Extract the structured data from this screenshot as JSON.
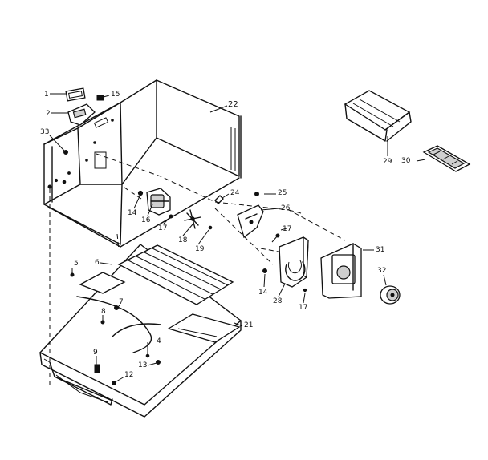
{
  "diagram": {
    "parts": [
      {
        "id": "p1",
        "number": "1"
      },
      {
        "id": "p2",
        "number": "2"
      },
      {
        "id": "p33",
        "number": "33"
      },
      {
        "id": "p15",
        "number": "15"
      },
      {
        "id": "p22",
        "number": "22"
      },
      {
        "id": "p14a",
        "number": "14"
      },
      {
        "id": "p16",
        "number": "16"
      },
      {
        "id": "p17a",
        "number": "17"
      },
      {
        "id": "p18",
        "number": "18"
      },
      {
        "id": "p19",
        "number": "19"
      },
      {
        "id": "p24",
        "number": "24"
      },
      {
        "id": "p25",
        "number": "25"
      },
      {
        "id": "p26",
        "number": "26"
      },
      {
        "id": "p17b",
        "number": "17"
      },
      {
        "id": "p29",
        "number": "29"
      },
      {
        "id": "p30",
        "number": "30"
      },
      {
        "id": "p31",
        "number": "31"
      },
      {
        "id": "p32",
        "number": "32"
      },
      {
        "id": "p14b",
        "number": "14"
      },
      {
        "id": "p28",
        "number": "28"
      },
      {
        "id": "p17c",
        "number": "17"
      },
      {
        "id": "p5",
        "number": "5"
      },
      {
        "id": "p6",
        "number": "6"
      },
      {
        "id": "p7",
        "number": "7"
      },
      {
        "id": "p8",
        "number": "8"
      },
      {
        "id": "p4",
        "number": "4"
      },
      {
        "id": "p9",
        "number": "9"
      },
      {
        "id": "p13",
        "number": "13"
      },
      {
        "id": "p12",
        "number": "12"
      },
      {
        "id": "p21",
        "number": "21"
      }
    ]
  }
}
